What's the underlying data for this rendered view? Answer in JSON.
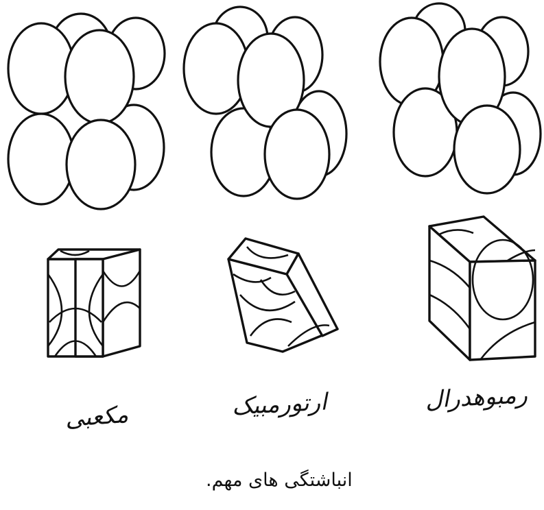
{
  "labels": {
    "cubic": "مکعبی",
    "orthorhombic": "ارتورمبیک",
    "rhombohedral": "رمبوهدرال"
  },
  "caption": "انباشتگی های مهم.",
  "colors": {
    "ink": "#111111",
    "paper": "#ffffff"
  }
}
